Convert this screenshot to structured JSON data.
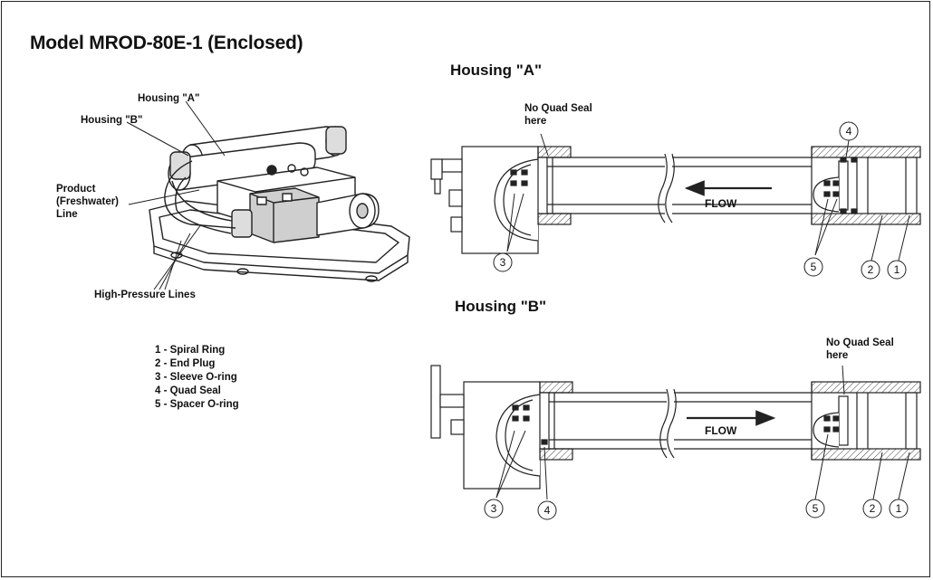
{
  "title": "Model MROD-80E-1 (Enclosed)",
  "machine_labels": {
    "housing_a": "Housing \"A\"",
    "housing_b": "Housing \"B\"",
    "product_line": [
      "Product",
      "(Freshwater)",
      "Line"
    ],
    "high_pressure": "High-Pressure Lines"
  },
  "legend": [
    "1 - Spiral Ring",
    "2 - End Plug",
    "3 - Sleeve O-ring",
    "4 - Quad Seal",
    "5 - Spacer O-ring"
  ],
  "housing_a_diagram": {
    "heading": "Housing \"A\"",
    "note": [
      "No Quad Seal",
      "here"
    ],
    "flow": "FLOW",
    "flow_direction": "left",
    "callouts": [
      "3",
      "4",
      "5",
      "2",
      "1"
    ]
  },
  "housing_b_diagram": {
    "heading": "Housing \"B\"",
    "note": [
      "No Quad Seal",
      "here"
    ],
    "flow": "FLOW",
    "flow_direction": "right",
    "callouts": [
      "3",
      "4",
      "5",
      "2",
      "1"
    ]
  }
}
